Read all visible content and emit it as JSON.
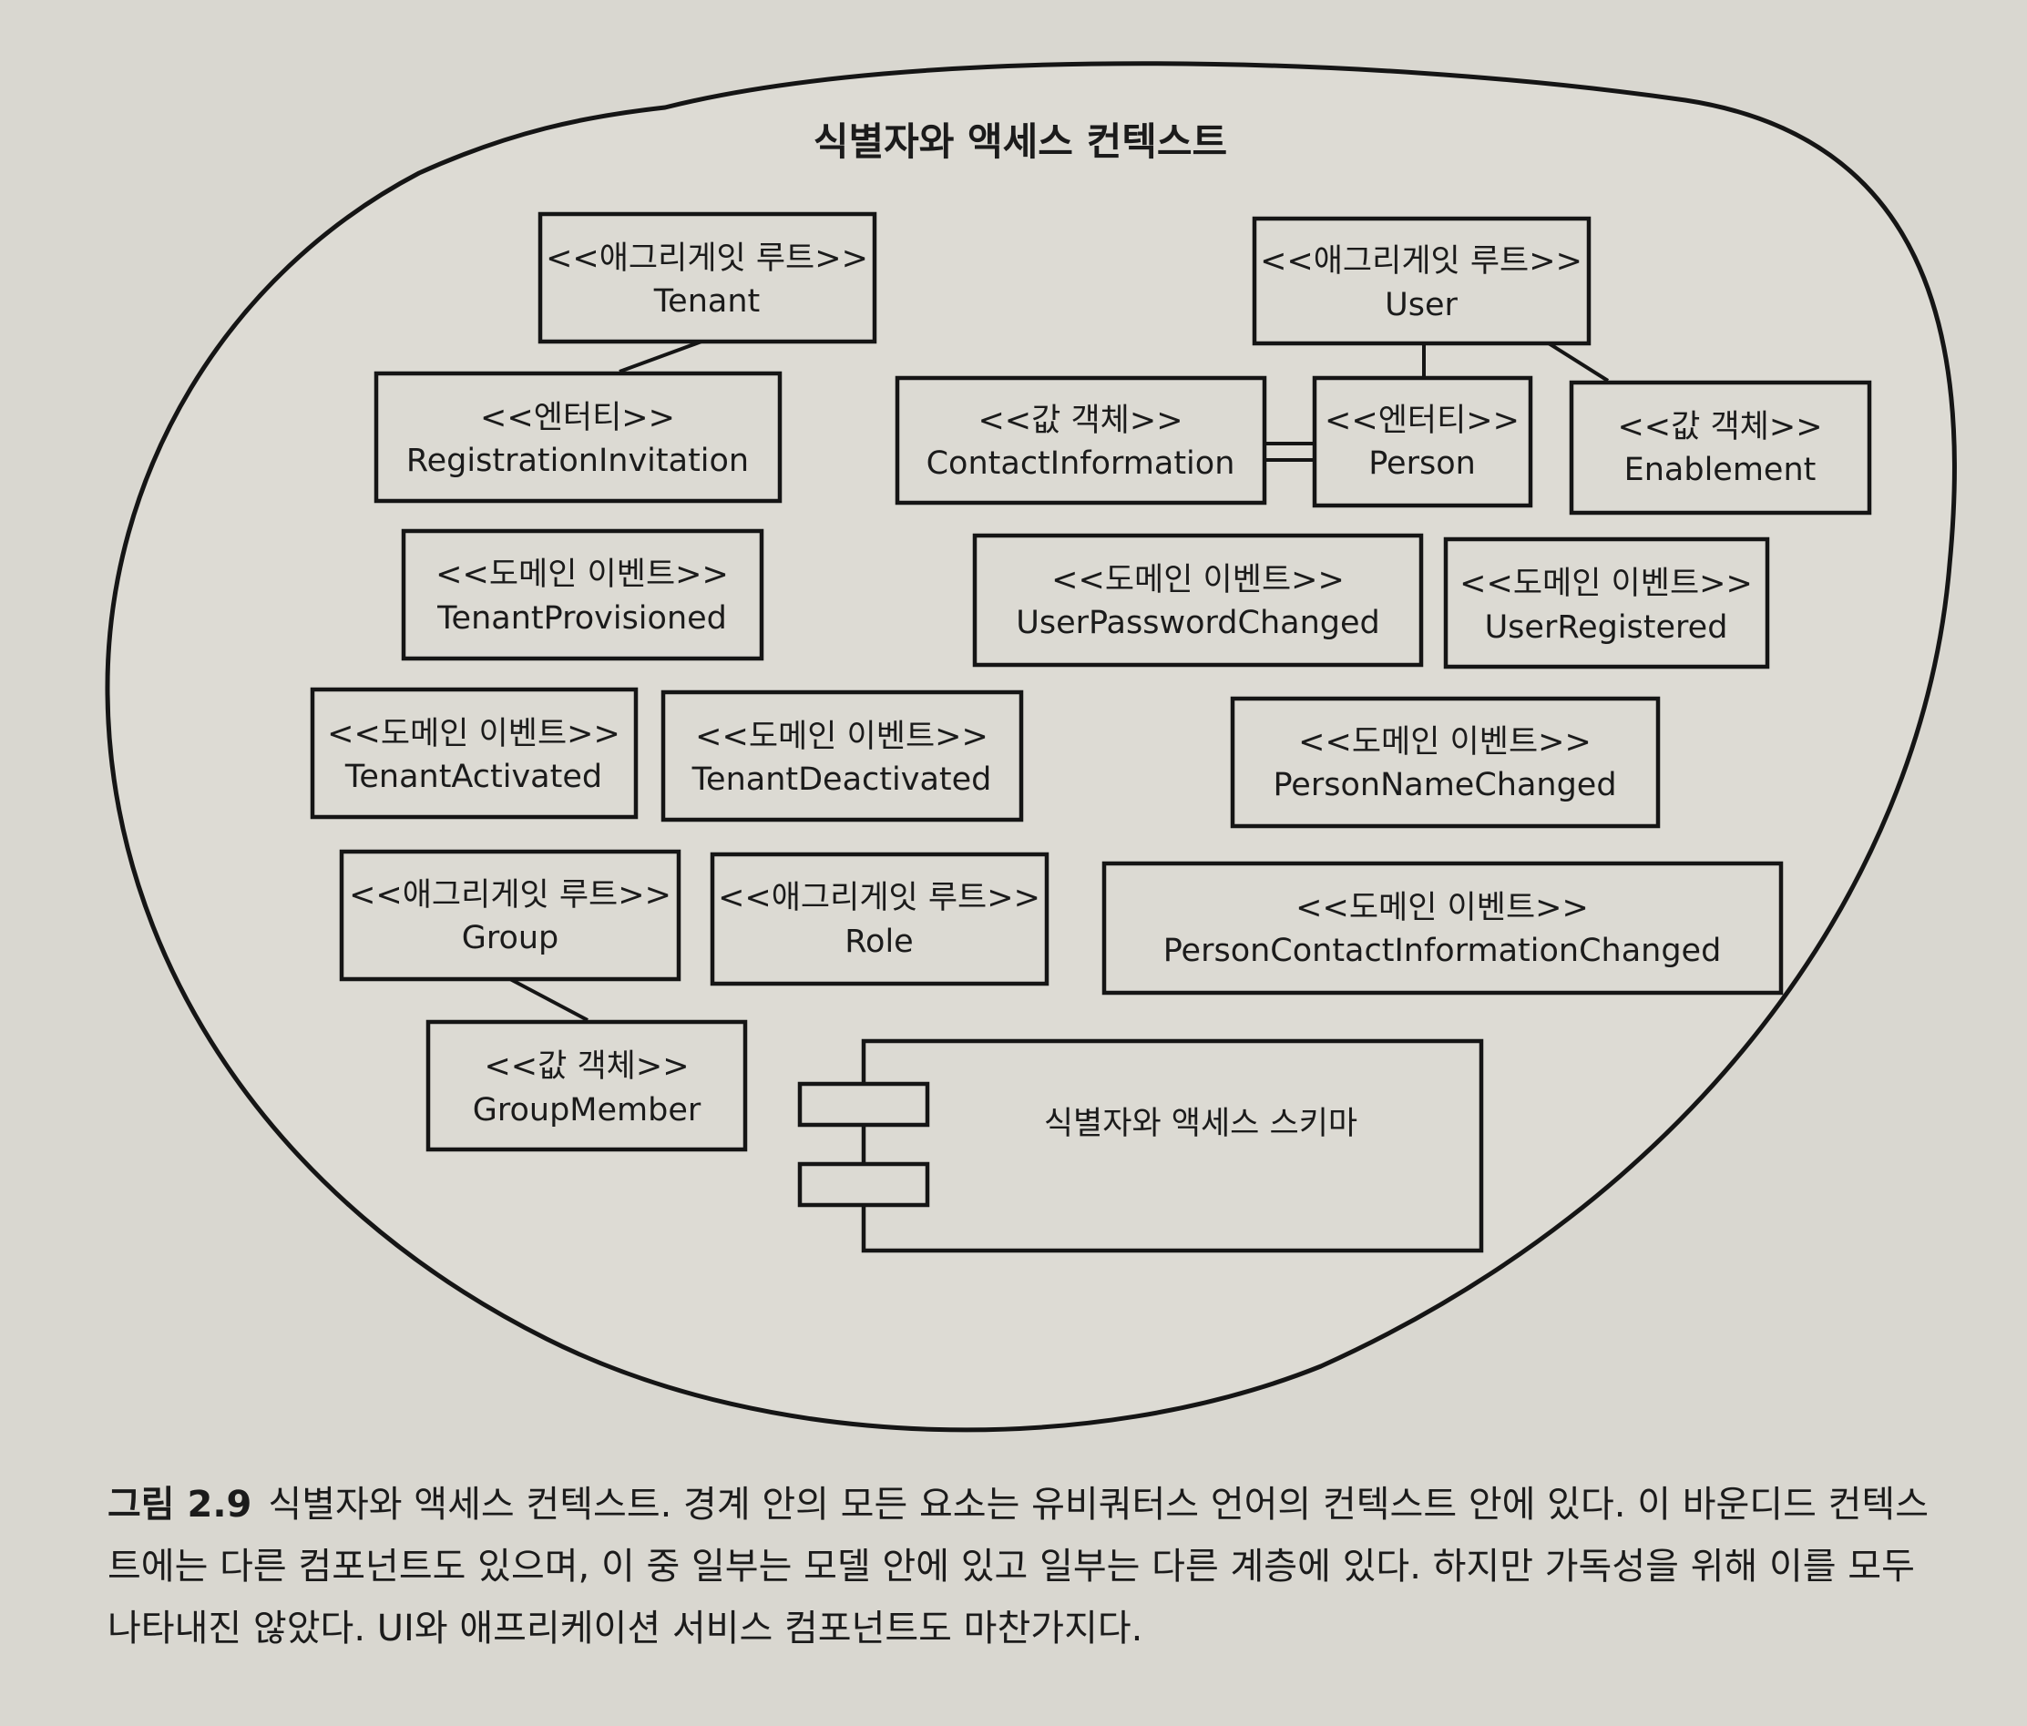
{
  "diagram": {
    "title": "식별자와 액세스 컨텍스트",
    "boxes": [
      {
        "id": "tenant",
        "stereotype": "<<애그리게잇 루트>>",
        "name": "Tenant"
      },
      {
        "id": "user",
        "stereotype": "<<애그리게잇 루트>>",
        "name": "User"
      },
      {
        "id": "registration-invitation",
        "stereotype": "<<엔터티>>",
        "name": "RegistrationInvitation"
      },
      {
        "id": "contact-information",
        "stereotype": "<<값 객체>>",
        "name": "ContactInformation"
      },
      {
        "id": "person",
        "stereotype": "<<엔터티>>",
        "name": "Person"
      },
      {
        "id": "enablement",
        "stereotype": "<<값 객체>>",
        "name": "Enablement"
      },
      {
        "id": "tenant-provisioned",
        "stereotype": "<<도메인 이벤트>>",
        "name": "TenantProvisioned"
      },
      {
        "id": "user-password-changed",
        "stereotype": "<<도메인 이벤트>>",
        "name": "UserPasswordChanged"
      },
      {
        "id": "user-registered",
        "stereotype": "<<도메인 이벤트>>",
        "name": "UserRegistered"
      },
      {
        "id": "tenant-activated",
        "stereotype": "<<도메인 이벤트>>",
        "name": "TenantActivated"
      },
      {
        "id": "tenant-deactivated",
        "stereotype": "<<도메인 이벤트>>",
        "name": "TenantDeactivated"
      },
      {
        "id": "person-name-changed",
        "stereotype": "<<도메인 이벤트>>",
        "name": "PersonNameChanged"
      },
      {
        "id": "group",
        "stereotype": "<<애그리게잇 루트>>",
        "name": "Group"
      },
      {
        "id": "role",
        "stereotype": "<<애그리게잇 루트>>",
        "name": "Role"
      },
      {
        "id": "person-contact-information-changed",
        "stereotype": "<<도메인 이벤트>>",
        "name": "PersonContactInformationChanged"
      },
      {
        "id": "group-member",
        "stereotype": "<<값 객체>>",
        "name": "GroupMember"
      }
    ],
    "component": {
      "label": "식별자와 액세스 스키마"
    }
  },
  "caption": {
    "label": "그림 2.9",
    "text": "식별자와 액세스 컨텍스트. 경계 안의 모든 요소는 유비쿼터스 언어의 컨텍스트 안에 있다. 이 바운디드 컨텍스트에는 다른 컴포넌트도 있으며, 이 중 일부는 모델 안에 있고 일부는 다른 계층에 있다. 하지만 가독성을 위해 이를 모두 나타내진 않았다. UI와 애프리케이션 서비스 컴포넌트도 마찬가지다."
  }
}
